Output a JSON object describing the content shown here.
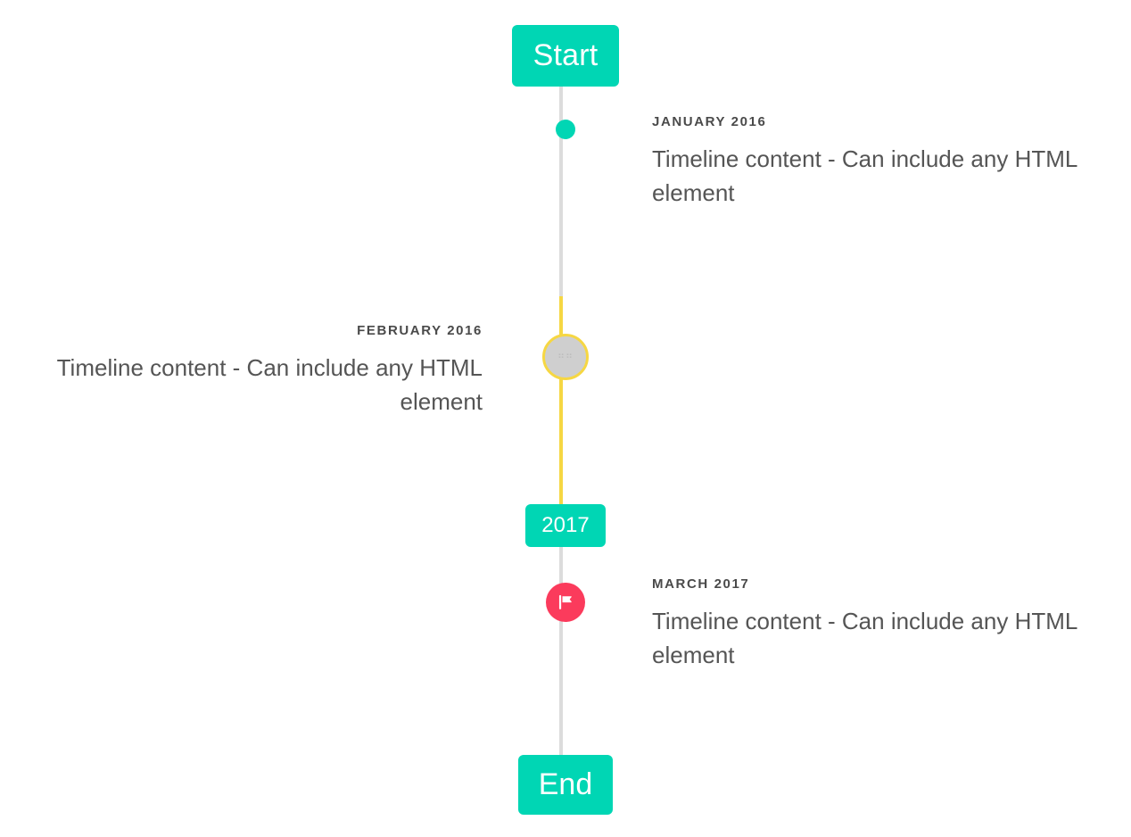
{
  "timeline": {
    "start_badge": {
      "label": "Start"
    },
    "mid_badge": {
      "label": "2017"
    },
    "end_badge": {
      "label": "End"
    },
    "events": [
      {
        "date": "January 2016",
        "content": "Timeline content - Can include any HTML element",
        "side": "right",
        "marker": "dot-icon",
        "marker_color": "#00d6b4"
      },
      {
        "date": "February 2016",
        "content": "Timeline content - Can include any HTML element",
        "side": "left",
        "marker": "broken-image-icon",
        "marker_glyph": "⠶⠶",
        "marker_color": "#cfcfcf",
        "marker_ring_color": "#f6d743"
      },
      {
        "date": "March 2017",
        "content": "Timeline content - Can include any HTML element",
        "side": "right",
        "marker": "flag-icon",
        "marker_color": "#fb3b5c"
      }
    ],
    "colors": {
      "accent": "#00d6b4",
      "highlight": "#f6d743",
      "alert": "#fb3b5c",
      "line": "#dcdcdc",
      "date_text": "#4a4a4a",
      "body_text": "#555555",
      "background": "#ffffff"
    }
  }
}
